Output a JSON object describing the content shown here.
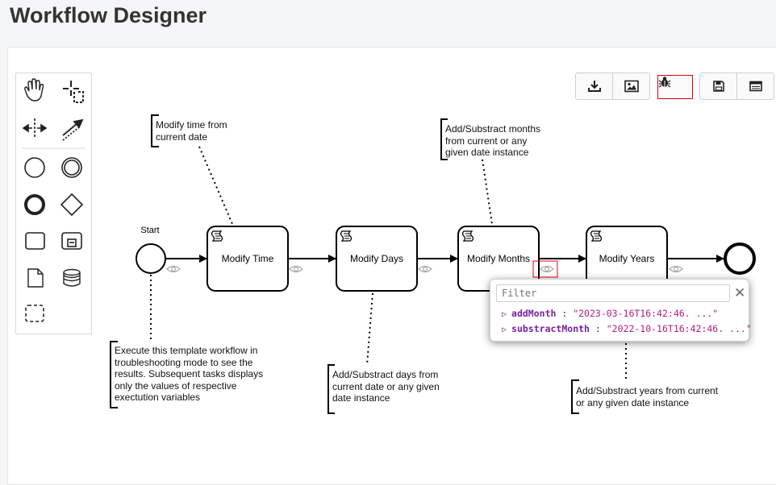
{
  "page": {
    "title": "Workflow Designer"
  },
  "palette": {
    "tools": [
      {
        "name": "hand-tool",
        "icon": "hand-icon"
      },
      {
        "name": "lasso-tool",
        "icon": "lasso-icon"
      },
      {
        "name": "space-tool",
        "icon": "space-icon"
      },
      {
        "name": "connect-tool",
        "icon": "connect-icon"
      },
      {
        "name": "start-event",
        "icon": "start-event-icon"
      },
      {
        "name": "intermediate-event",
        "icon": "intermediate-event-icon"
      },
      {
        "name": "end-event",
        "icon": "end-event-icon"
      },
      {
        "name": "gateway",
        "icon": "gateway-icon"
      },
      {
        "name": "task",
        "icon": "task-icon"
      },
      {
        "name": "subprocess",
        "icon": "subprocess-icon"
      },
      {
        "name": "data-object",
        "icon": "data-object-icon"
      },
      {
        "name": "data-store",
        "icon": "data-store-icon"
      },
      {
        "name": "group",
        "icon": "group-icon"
      }
    ]
  },
  "toolbar": {
    "buttons": [
      {
        "name": "download-button",
        "icon": "download-icon"
      },
      {
        "name": "export-image-button",
        "icon": "image-icon"
      },
      {
        "name": "debug-button",
        "icon": "bug-icon"
      },
      {
        "name": "save-button",
        "icon": "save-icon"
      },
      {
        "name": "properties-button",
        "icon": "window-icon"
      }
    ]
  },
  "diagram": {
    "start_label": "Start",
    "tasks": [
      "Modify Time",
      "Modify Days",
      "Modify Months",
      "Modify Years"
    ],
    "annotations": {
      "time": [
        "Modify time from",
        "current date"
      ],
      "months": [
        "Add/Substract months",
        "from current or any",
        "given date instance"
      ],
      "start": [
        "Execute this template workflow in",
        "troubleshooting mode to see the",
        "results. Subsequent tasks displays",
        "only the values of respective",
        "exectution variables"
      ],
      "days": [
        "Add/Substract days from",
        "current date or any given",
        "date instance"
      ],
      "years": [
        "Add/Substract years from current",
        "or any given date instance"
      ]
    }
  },
  "variables_popup": {
    "filter_placeholder": "Filter",
    "close_symbol": "✕",
    "rows": [
      {
        "key": "addMonth",
        "value": "\"2023-03-16T16:42:46. ...\""
      },
      {
        "key": "substractMonth",
        "value": "\"2022-10-16T16:42:46. ...\""
      }
    ]
  },
  "colors": {
    "highlight": "#e3000f",
    "variable_key": "#7b1fa2",
    "variable_value": "#b71c7a"
  }
}
